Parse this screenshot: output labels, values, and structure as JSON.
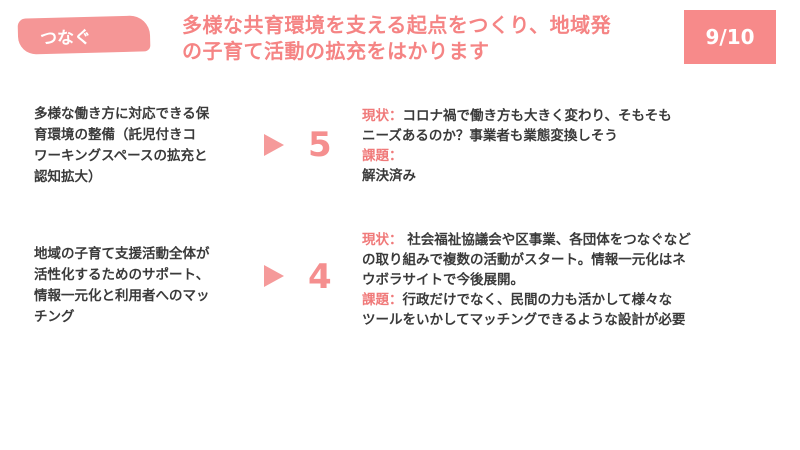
{
  "header": {
    "tag": "つなぐ",
    "title_lines": [
      "多様な共育環境を支える起点をつくり、地域発",
      "の子育て活動の拡充をはかります"
    ],
    "page": "9/10"
  },
  "rows": [
    {
      "text_lines": [
        "多様な働き方に対応できる保",
        "育環境の整備（託児付きコ",
        "ワーキングスペースの拡充と",
        "認知拡大）"
      ],
      "score": "5",
      "status_label": "現状：",
      "status_lines": [
        "コロナ禍で働き方も大きく変わり、そもそも",
        "ニーズあるのか？事業者も業態変換しそう"
      ],
      "issue_label": "課題：",
      "issue_lines": [
        "解決済み"
      ]
    },
    {
      "text_lines": [
        "地域の子育て支援活動全体が",
        "活性化するためのサポート、",
        "情報一元化と利用者へのマッ",
        "チング"
      ],
      "score": "4",
      "status_label": "現状：",
      "status_lines": [
        " 社会福祉協議会や区事業、各団体をつなぐなど",
        "の取り組みで複数の活動がスタート。情報一元化はネ",
        "ウボラサイトで今後展開。"
      ],
      "issue_label": "課題：",
      "issue_lines": [
        "行政だけでなく、民間の力も活かして様々な",
        "ツールをいかしてマッチングできるような設計が必要"
      ]
    }
  ]
}
